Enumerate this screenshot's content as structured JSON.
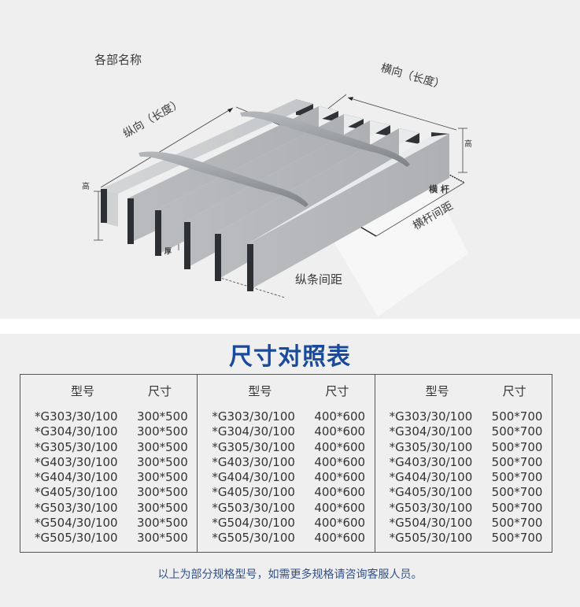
{
  "diagram": {
    "title": "各部名称",
    "labels": {
      "longitudinal": "纵向（长度）",
      "transverse": "横向（长度）",
      "height_left": "高",
      "height_right": "高",
      "thickness": "厚",
      "cross_bar": "横 杆",
      "cross_bar_spacing": "横杆间距",
      "bearing_bar_spacing": "纵条间距"
    },
    "colors": {
      "background": "#efefef",
      "bar_top": "#c9cbcd",
      "bar_face": "#b4b6b9",
      "bar_end": "#2f3336",
      "cross_bar": "#8e9296"
    }
  },
  "table": {
    "title": "尺寸对照表",
    "title_color": "#1a4a9b",
    "columns": [
      {
        "header_model": "型号",
        "header_size": "尺寸",
        "rows": [
          {
            "model": "*G303/30/100",
            "size": "300*500"
          },
          {
            "model": "*G304/30/100",
            "size": "300*500"
          },
          {
            "model": "*G305/30/100",
            "size": "300*500"
          },
          {
            "model": "*G403/30/100",
            "size": "300*500"
          },
          {
            "model": "*G404/30/100",
            "size": "300*500"
          },
          {
            "model": "*G405/30/100",
            "size": "300*500"
          },
          {
            "model": "*G503/30/100",
            "size": "300*500"
          },
          {
            "model": "*G504/30/100",
            "size": "300*500"
          },
          {
            "model": "*G505/30/100",
            "size": "300*500"
          }
        ]
      },
      {
        "header_model": "型号",
        "header_size": "尺寸",
        "rows": [
          {
            "model": "*G303/30/100",
            "size": "400*600"
          },
          {
            "model": "*G304/30/100",
            "size": "400*600"
          },
          {
            "model": "*G305/30/100",
            "size": "400*600"
          },
          {
            "model": "*G403/30/100",
            "size": "400*600"
          },
          {
            "model": "*G404/30/100",
            "size": "400*600"
          },
          {
            "model": "*G405/30/100",
            "size": "400*600"
          },
          {
            "model": "*G503/30/100",
            "size": "400*600"
          },
          {
            "model": "*G504/30/100",
            "size": "400*600"
          },
          {
            "model": "*G505/30/100",
            "size": "400*600"
          }
        ]
      },
      {
        "header_model": "型号",
        "header_size": "尺寸",
        "rows": [
          {
            "model": "*G303/30/100",
            "size": "500*700"
          },
          {
            "model": "*G304/30/100",
            "size": "500*700"
          },
          {
            "model": "*G305/30/100",
            "size": "500*700"
          },
          {
            "model": "*G403/30/100",
            "size": "500*700"
          },
          {
            "model": "*G404/30/100",
            "size": "500*700"
          },
          {
            "model": "*G405/30/100",
            "size": "500*700"
          },
          {
            "model": "*G503/30/100",
            "size": "500*700"
          },
          {
            "model": "*G504/30/100",
            "size": "500*700"
          },
          {
            "model": "*G505/30/100",
            "size": "500*700"
          }
        ]
      }
    ],
    "footnote": "以上为部分规格型号，如需更多规格请咨询客服人员。"
  }
}
